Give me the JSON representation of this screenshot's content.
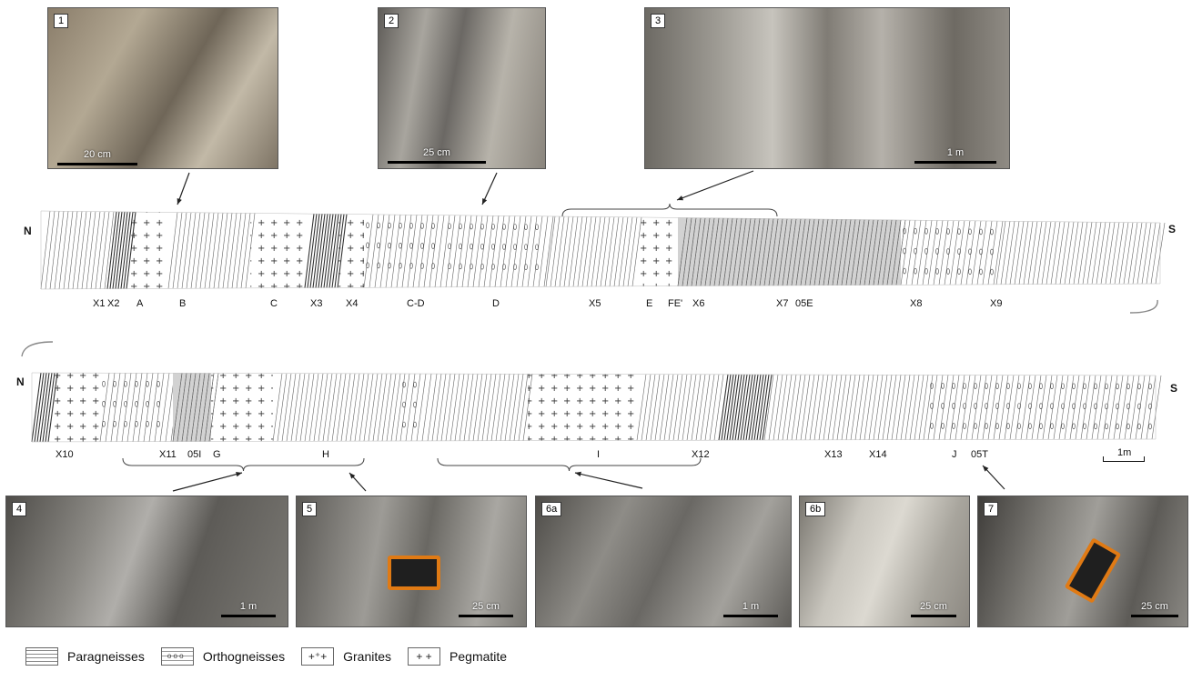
{
  "photos": [
    {
      "num": "1",
      "scale": "20 cm"
    },
    {
      "num": "2",
      "scale": "25 cm"
    },
    {
      "num": "3",
      "scale": "1 m"
    },
    {
      "num": "4",
      "scale": "1 m"
    },
    {
      "num": "5",
      "scale": "25 cm"
    },
    {
      "num": "6a",
      "scale": "1 m"
    },
    {
      "num": "6b",
      "scale": "25 cm"
    },
    {
      "num": "7",
      "scale": "25 cm"
    }
  ],
  "section_top": {
    "left_end": "N",
    "right_end": "S",
    "labels": [
      "X1",
      "X2",
      "A",
      "B",
      "C",
      "X3",
      "X4",
      "C-D",
      "D",
      "X5",
      "E",
      "FE'",
      "X6",
      "X7",
      "05E",
      "X8",
      "X9"
    ]
  },
  "section_bottom": {
    "left_end": "N",
    "right_end": "S",
    "labels": [
      "X10",
      "X11",
      "05I",
      "G",
      "H",
      "I",
      "X12",
      "X13",
      "X14",
      "J",
      "05T"
    ],
    "scale": "1m"
  },
  "legend": [
    {
      "label": "Paragneisses"
    },
    {
      "label": "Orthogneisses"
    },
    {
      "label": "Granites"
    },
    {
      "label": "Pegmatite"
    }
  ],
  "legend_symbols": {
    "granites": "+⁺+",
    "pegmatite": "+ +"
  }
}
